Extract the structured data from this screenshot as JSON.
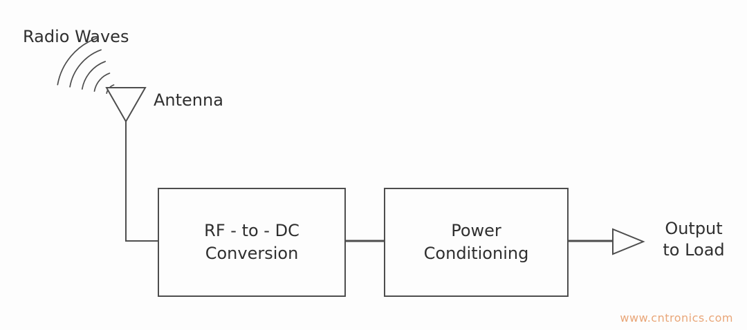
{
  "diagram": {
    "radio_waves_label": "Radio Waves",
    "antenna_label": "Antenna",
    "blocks": [
      {
        "label": "RF - to - DC\nConversion"
      },
      {
        "label": "Power\nConditioning"
      }
    ],
    "output_label": "Output\nto Load",
    "watermark": "www.cntronics.com",
    "colors": {
      "line": "#4d4d4d",
      "text": "#2f2f2f",
      "watermark": "#e9a678",
      "background": "#fdfdfd"
    }
  }
}
